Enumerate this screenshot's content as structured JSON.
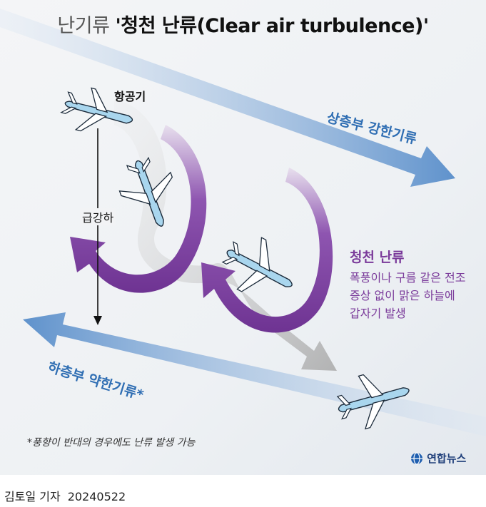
{
  "title": {
    "prefix": "난기류 ",
    "highlight": "'청천 난류(Clear air turbulence)'"
  },
  "labels": {
    "aircraft": "항공기",
    "rapid_descent": "급강하",
    "upper_airflow": "상층부 강한기류",
    "lower_airflow": "하층부 약한기류*"
  },
  "callout": {
    "title": "청천 난류",
    "lines": [
      "폭풍이나 구름 같은 전조",
      "증상 없이 맑은 하늘에",
      "갑자기 발생"
    ]
  },
  "footnote": "*풍향이 반대의 경우에도 난류 발생 가능",
  "logo": {
    "text": "연합뉴스"
  },
  "credit": {
    "reporter": "김토일 기자",
    "date": "20240522"
  },
  "colors": {
    "upper_arrow": "#6d9bd0",
    "lower_arrow": "#6d9bd0",
    "turbulence": "#7d3f9c",
    "plane_body": "#a9d6ee",
    "label_blue": "#2f6eb3",
    "label_purple": "#7a3a9a"
  }
}
